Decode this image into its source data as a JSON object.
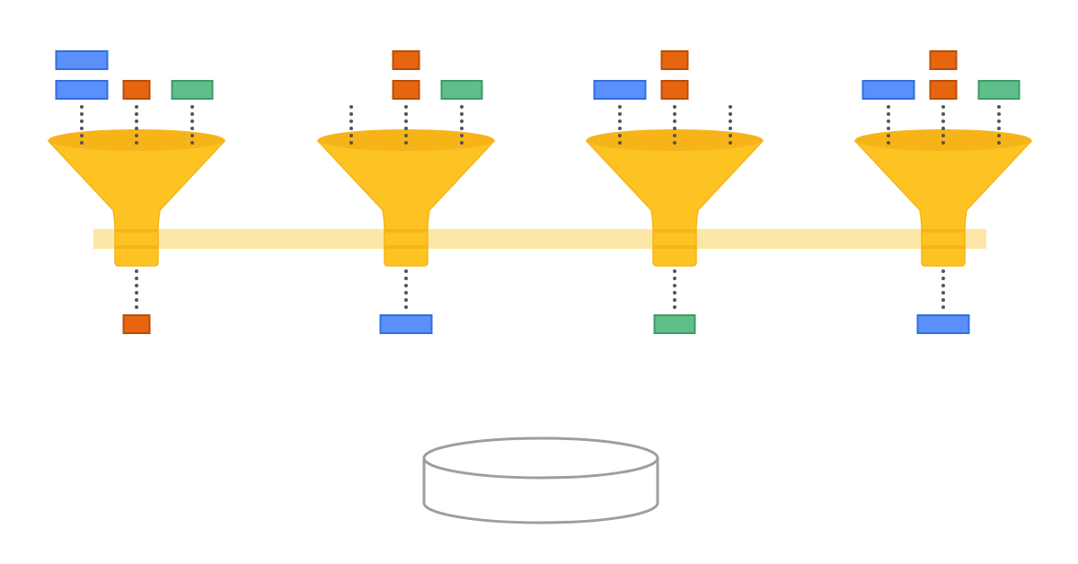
{
  "colors": {
    "blue": "#5b8ff9",
    "blue_stroke": "#2f6fe0",
    "orange": "#e8650f",
    "orange_stroke": "#b84e0a",
    "green": "#5fbf8a",
    "green_stroke": "#3e9a67",
    "funnel": "#fdc323",
    "funnel_dark": "#f6b418",
    "pipe": "#fde7a6",
    "dots": "#555555",
    "database_stroke": "#9e9e9e"
  },
  "diagram": {
    "funnels": [
      {
        "inputs": [
          {
            "color": "blue",
            "size": "wide",
            "stack": 2
          },
          {
            "color": "orange",
            "size": "small",
            "stack": 1
          },
          {
            "color": "green",
            "size": "medium",
            "stack": 1
          }
        ],
        "output": {
          "color": "orange",
          "size": "small"
        }
      },
      {
        "inputs": [
          {
            "color": "none",
            "size": "none",
            "stack": 0
          },
          {
            "color": "orange",
            "size": "small",
            "stack": 2
          },
          {
            "color": "green",
            "size": "medium",
            "stack": 1
          }
        ],
        "output": {
          "color": "blue",
          "size": "wide"
        }
      },
      {
        "inputs": [
          {
            "color": "blue",
            "size": "wide",
            "stack": 1
          },
          {
            "color": "orange",
            "size": "small",
            "stack": 2
          },
          {
            "color": "none",
            "size": "none",
            "stack": 0
          }
        ],
        "output": {
          "color": "green",
          "size": "medium"
        }
      },
      {
        "inputs": [
          {
            "color": "blue",
            "size": "wide",
            "stack": 1
          },
          {
            "color": "orange",
            "size": "small",
            "stack": 2
          },
          {
            "color": "green",
            "size": "medium",
            "stack": 1
          }
        ],
        "output": {
          "color": "blue",
          "size": "wide"
        }
      }
    ],
    "database": {
      "shape": "cylinder"
    }
  }
}
